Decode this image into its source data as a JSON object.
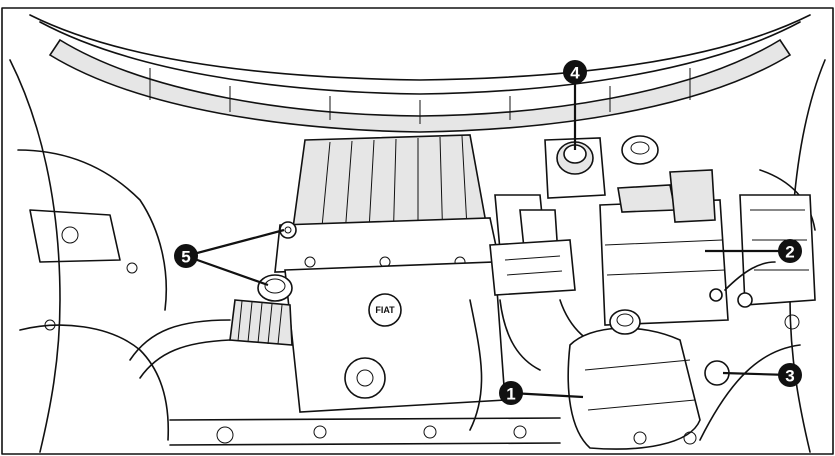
{
  "diagram": {
    "logo_text": "FIAT",
    "callouts": [
      {
        "id": "1",
        "label": "1"
      },
      {
        "id": "2",
        "label": "2"
      },
      {
        "id": "3",
        "label": "3"
      },
      {
        "id": "4",
        "label": "4"
      },
      {
        "id": "5",
        "label": "5"
      }
    ]
  }
}
